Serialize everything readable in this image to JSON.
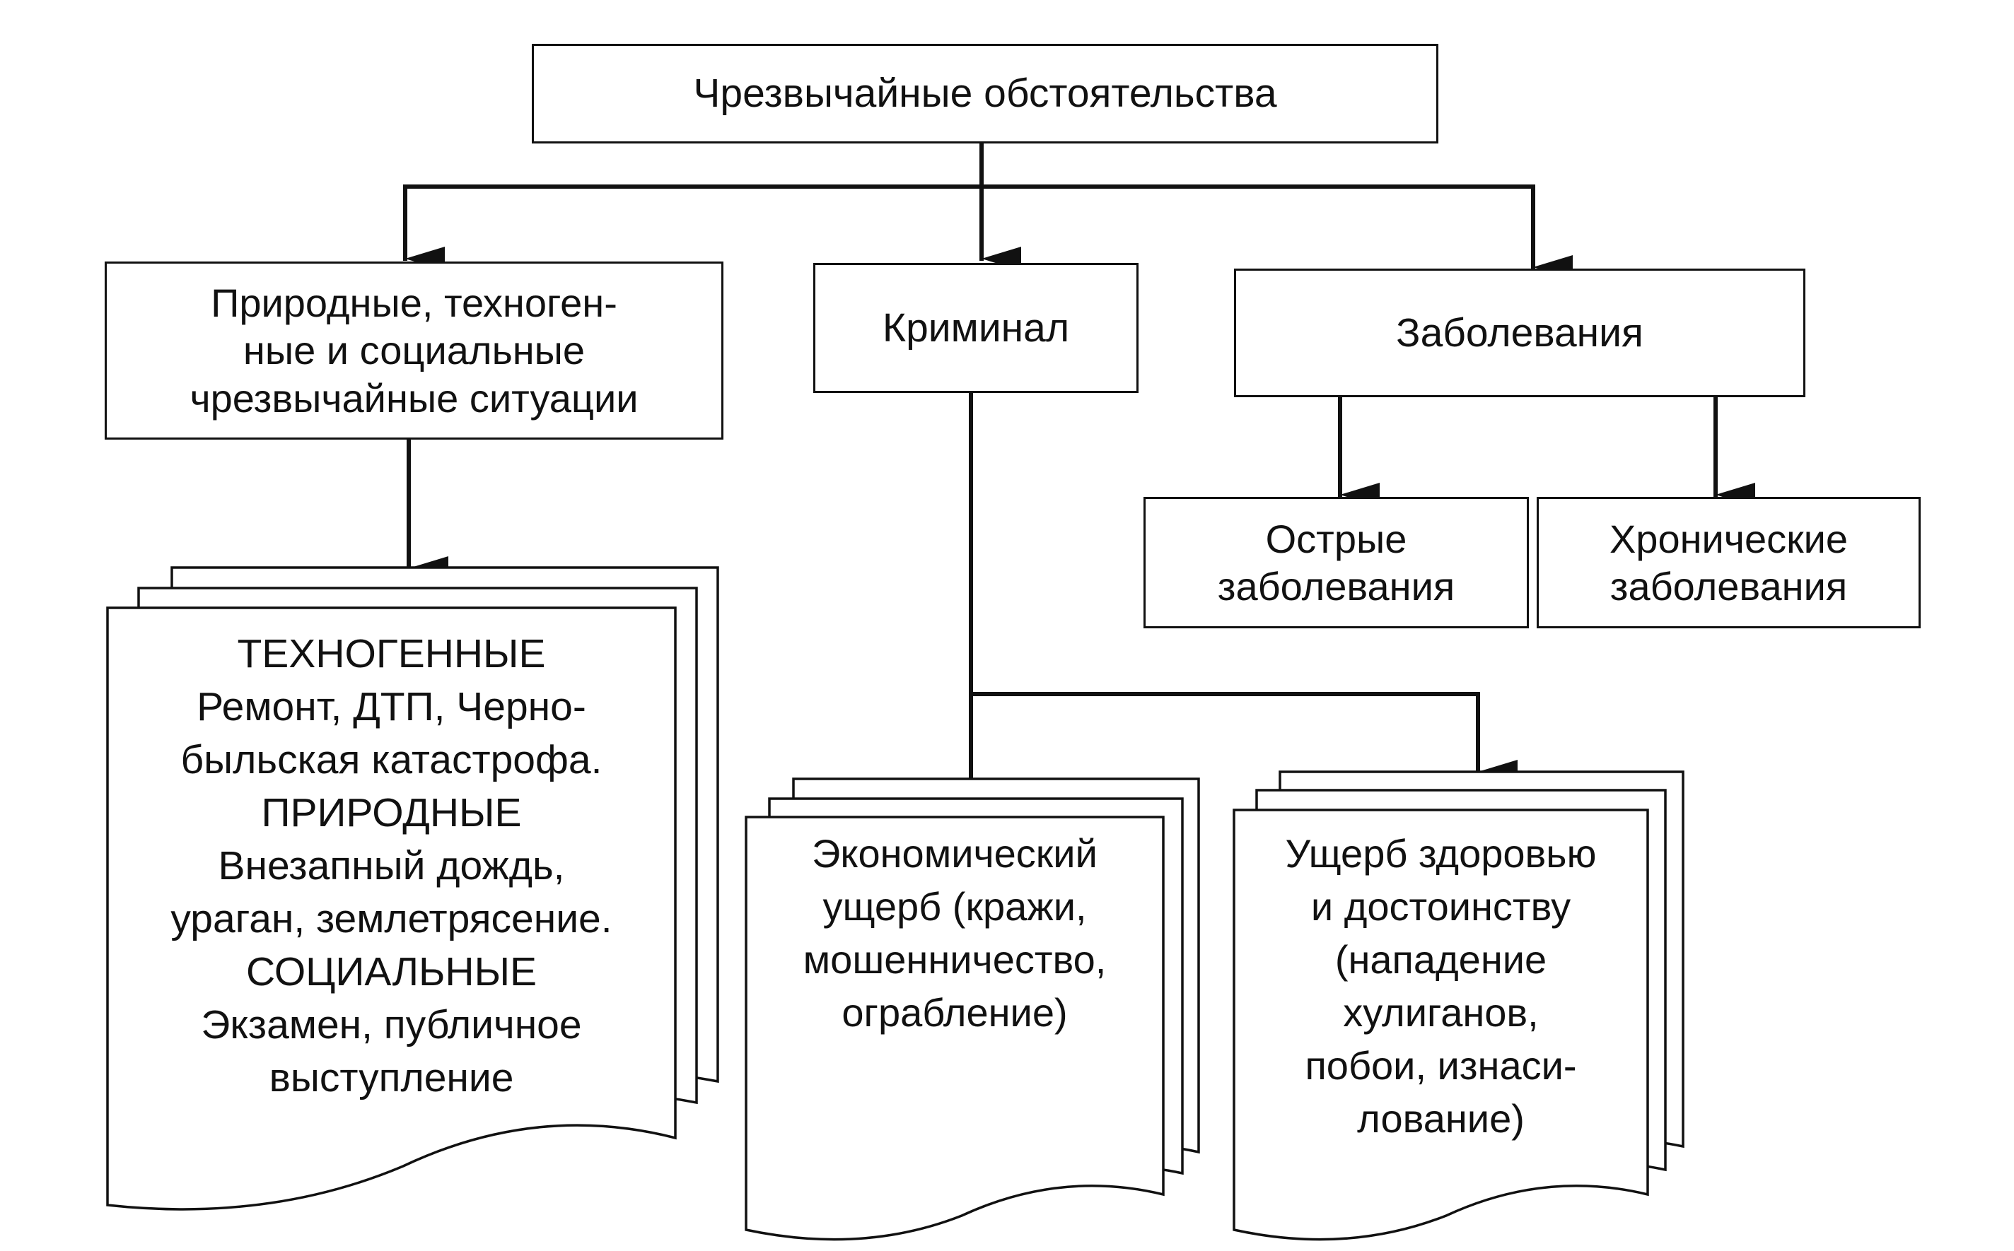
{
  "root": {
    "lines": [
      "Чрезвычайные обстоятельства"
    ]
  },
  "categories": {
    "situations": {
      "lines": [
        "Природные, техноген-",
        "ные и социальные",
        "чрезвычайные ситуации"
      ]
    },
    "crime": {
      "lines": [
        "Криминал"
      ]
    },
    "diseases": {
      "lines": [
        "Заболевания"
      ]
    }
  },
  "disease_types": {
    "acute": {
      "lines": [
        "Острые",
        "заболевания"
      ]
    },
    "chronic": {
      "lines": [
        "Хронические",
        "заболевания"
      ]
    }
  },
  "documents": {
    "situations_examples": {
      "lines": [
        "ТЕХНОГЕННЫЕ",
        "Ремонт, ДТП, Черно-",
        "быльская катастрофа.",
        "ПРИРОДНЫЕ",
        "Внезапный дождь,",
        "ураган, землетрясение.",
        "СОЦИАЛЬНЫЕ",
        "Экзамен, публичное",
        "выступление"
      ]
    },
    "economic_damage": {
      "lines": [
        "Экономический",
        "ущерб (кражи,",
        "мошенничество,",
        "ограбление)"
      ]
    },
    "health_damage": {
      "lines": [
        "Ущерб здоровью",
        "и достоинству",
        "(нападение",
        "хулиганов,",
        "побои, изнаси-",
        "лование)"
      ]
    }
  }
}
